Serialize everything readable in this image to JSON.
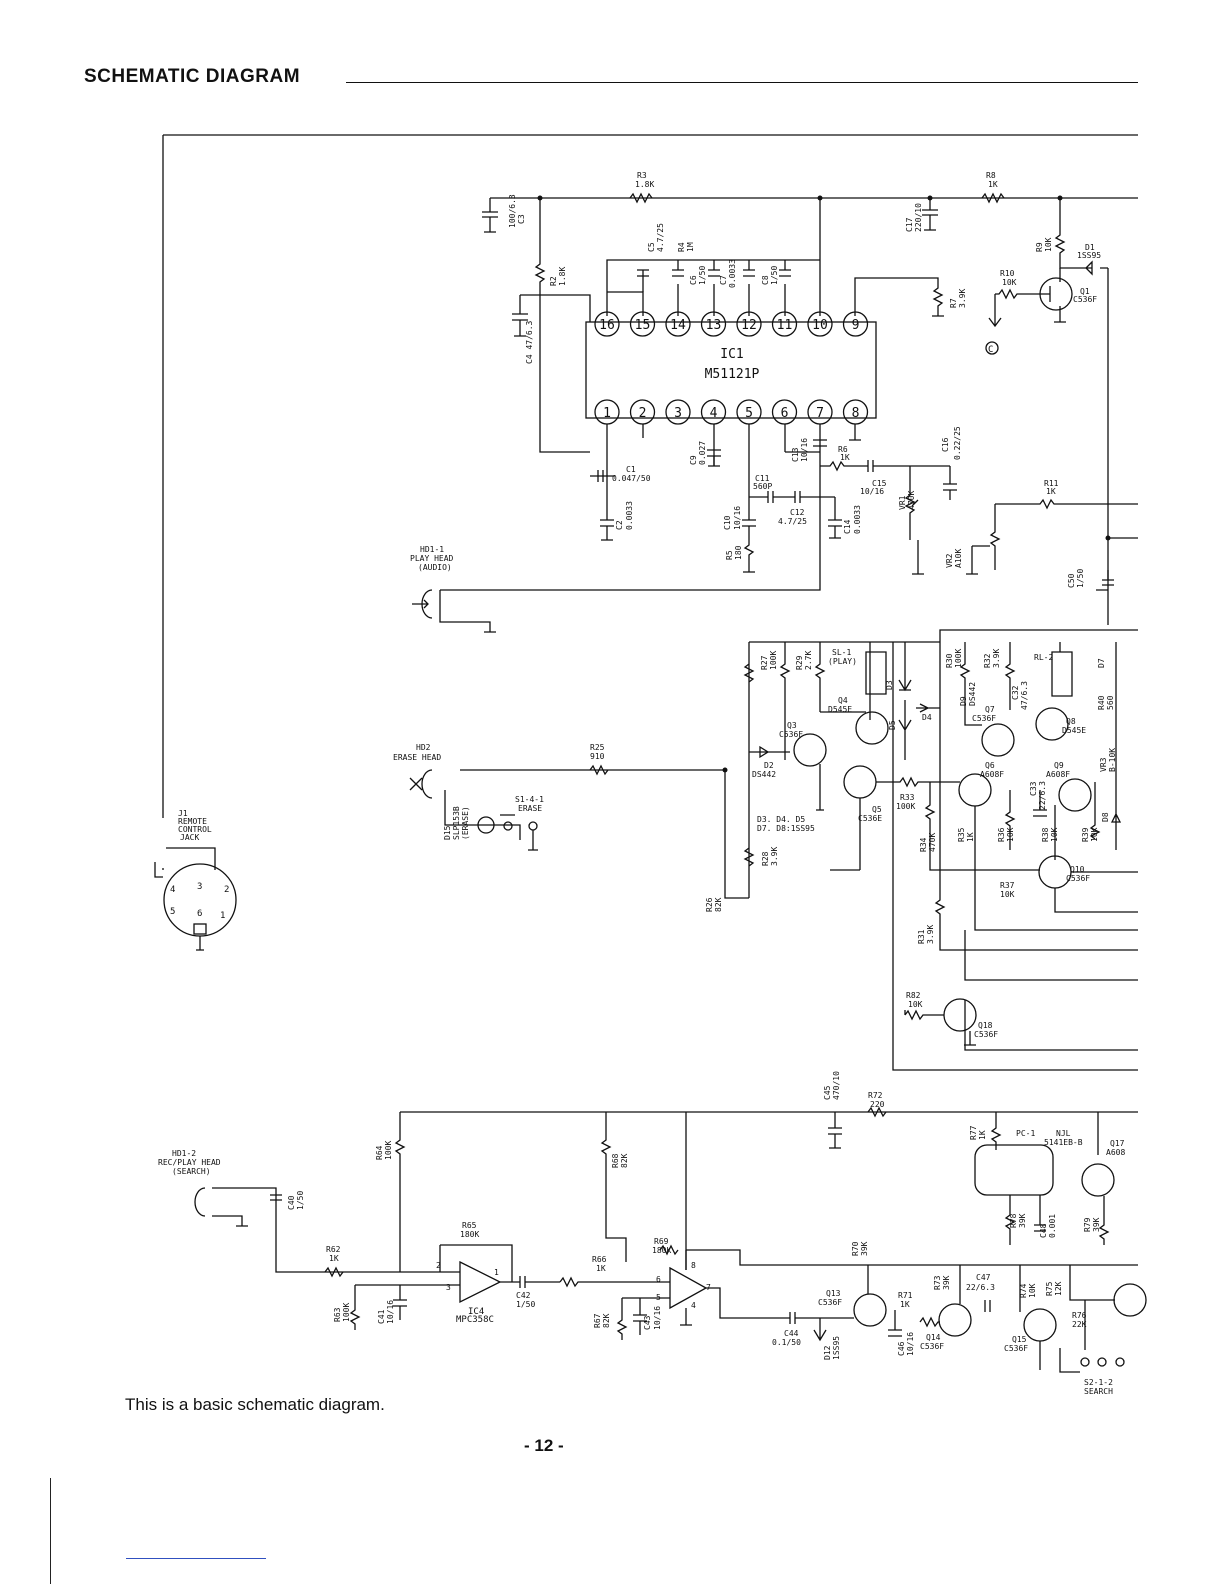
{
  "page": {
    "heading": "SCHEMATIC DIAGRAM",
    "footnote": "This is a basic schematic diagram.",
    "page_number": "- 12 -"
  },
  "ic1": {
    "name": "IC1",
    "part": "M51121P",
    "top_pins": [
      "16",
      "15",
      "14",
      "13",
      "12",
      "11",
      "10",
      "9"
    ],
    "bottom_pins": [
      "1",
      "2",
      "3",
      "4",
      "5",
      "6",
      "7",
      "8"
    ]
  },
  "ic4": {
    "name": "IC4",
    "part": "MPC358C"
  },
  "connector": {
    "ref": "J1",
    "line1": "REMOTE",
    "line2": "CONTROL",
    "line3": "JACK",
    "pins": [
      "1",
      "2",
      "3",
      "4",
      "5",
      "6"
    ]
  },
  "heads": {
    "hd1_1": {
      "ref": "HD1-1",
      "name": "PLAY HEAD",
      "note": "(AUDIO)"
    },
    "hd2": {
      "ref": "HD2",
      "name": "ERASE HEAD"
    },
    "hd1_2": {
      "ref": "HD1-2",
      "name": "REC/PLAY HEAD",
      "note": "(SEARCH)"
    }
  },
  "switches": {
    "s1_4_1": {
      "ref": "S1-4-1",
      "name": "ERASE"
    },
    "s2_1_2": {
      "ref": "S2-1-2",
      "name": "SEARCH"
    },
    "sl1": {
      "ref": "SL-1",
      "name": "(PLAY)"
    },
    "rl2": {
      "ref": "RL-2"
    }
  },
  "diode_note": "D3. D4. D5\nD7. D8:1SS95",
  "label_c": "C",
  "pc1": {
    "ref": "PC-1",
    "part": "NJL",
    "part2": "5141EB-B"
  },
  "labels": [
    {
      "id": "R3",
      "t": "R3"
    },
    {
      "id": "R3v",
      "t": "1.8K"
    },
    {
      "id": "R8",
      "t": "R8"
    },
    {
      "id": "R8v",
      "t": "1K"
    },
    {
      "id": "C3",
      "t": "C3"
    },
    {
      "id": "C3v",
      "t": "100/6.3"
    },
    {
      "id": "C17",
      "t": "C17"
    },
    {
      "id": "C17v",
      "t": "220/10"
    },
    {
      "id": "R9",
      "t": "R9"
    },
    {
      "id": "R9v",
      "t": "10K"
    },
    {
      "id": "D1",
      "t": "D1"
    },
    {
      "id": "D1v",
      "t": "1SS95"
    },
    {
      "id": "C5",
      "t": "C5"
    },
    {
      "id": "C5v",
      "t": "4.7/25"
    },
    {
      "id": "R4",
      "t": "R4"
    },
    {
      "id": "R4v",
      "t": "1M"
    },
    {
      "id": "C6",
      "t": "C6"
    },
    {
      "id": "C6v",
      "t": "1/50"
    },
    {
      "id": "C7",
      "t": "C7"
    },
    {
      "id": "C7v",
      "t": "0.0033"
    },
    {
      "id": "C8",
      "t": "C8"
    },
    {
      "id": "C8v",
      "t": "1/50"
    },
    {
      "id": "R2",
      "t": "R2"
    },
    {
      "id": "R2v",
      "t": "1.8K"
    },
    {
      "id": "R7",
      "t": "R7"
    },
    {
      "id": "R7v",
      "t": "3.9K"
    },
    {
      "id": "R10",
      "t": "R10"
    },
    {
      "id": "R10v",
      "t": "10K"
    },
    {
      "id": "Q1",
      "t": "Q1"
    },
    {
      "id": "Q1v",
      "t": "C536F"
    },
    {
      "id": "C4",
      "t": "C4 47/6.3"
    },
    {
      "id": "C9",
      "t": "C9"
    },
    {
      "id": "C9v",
      "t": "0.027"
    },
    {
      "id": "C13",
      "t": "C13"
    },
    {
      "id": "C13v",
      "t": "10/16"
    },
    {
      "id": "R6",
      "t": "R6"
    },
    {
      "id": "R6v",
      "t": "1K"
    },
    {
      "id": "C16",
      "t": "C16"
    },
    {
      "id": "C16v",
      "t": "0.22/25"
    },
    {
      "id": "C1",
      "t": "C1"
    },
    {
      "id": "C1v",
      "t": "0.047/50"
    },
    {
      "id": "C11",
      "t": "C11"
    },
    {
      "id": "C11v",
      "t": "560P"
    },
    {
      "id": "C15",
      "t": "C15"
    },
    {
      "id": "C15v",
      "t": "10/16"
    },
    {
      "id": "C10",
      "t": "C10"
    },
    {
      "id": "C10v",
      "t": "10/16"
    },
    {
      "id": "C12",
      "t": "C12"
    },
    {
      "id": "C12v",
      "t": "4.7/25"
    },
    {
      "id": "C14",
      "t": "C14"
    },
    {
      "id": "C14v",
      "t": "0.0033"
    },
    {
      "id": "VR1",
      "t": "VR1"
    },
    {
      "id": "VR1v",
      "t": "470K"
    },
    {
      "id": "R11",
      "t": "R11"
    },
    {
      "id": "R11v",
      "t": "1K"
    },
    {
      "id": "C2",
      "t": "C2"
    },
    {
      "id": "C2v",
      "t": "0.0033"
    },
    {
      "id": "R5",
      "t": "R5"
    },
    {
      "id": "R5v",
      "t": "180"
    },
    {
      "id": "VR2",
      "t": "VR2"
    },
    {
      "id": "VR2v",
      "t": "A10K"
    },
    {
      "id": "C50",
      "t": "C50"
    },
    {
      "id": "C50v",
      "t": "1/50"
    },
    {
      "id": "R27",
      "t": "R27"
    },
    {
      "id": "R27v",
      "t": "100K"
    },
    {
      "id": "R29",
      "t": "R29"
    },
    {
      "id": "R29v",
      "t": "2.7K"
    },
    {
      "id": "D3",
      "t": "D3"
    },
    {
      "id": "R30",
      "t": "R30"
    },
    {
      "id": "R30v",
      "t": "100K"
    },
    {
      "id": "R32",
      "t": "R32"
    },
    {
      "id": "R32v",
      "t": "3.9K"
    },
    {
      "id": "D7",
      "t": "D7"
    },
    {
      "id": "Q4",
      "t": "Q4"
    },
    {
      "id": "Q4v",
      "t": "D545E"
    },
    {
      "id": "D4",
      "t": "D4"
    },
    {
      "id": "D5",
      "t": "D5"
    },
    {
      "id": "D9",
      "t": "D9"
    },
    {
      "id": "D9v",
      "t": "DS442"
    },
    {
      "id": "Q7",
      "t": "Q7"
    },
    {
      "id": "Q7v",
      "t": "C536F"
    },
    {
      "id": "C32",
      "t": "C32"
    },
    {
      "id": "C32v",
      "t": "47/6.3"
    },
    {
      "id": "Q8",
      "t": "Q8"
    },
    {
      "id": "Q8v",
      "t": "D545E"
    },
    {
      "id": "R40",
      "t": "R40"
    },
    {
      "id": "R40v",
      "t": "560"
    },
    {
      "id": "Q3",
      "t": "Q3"
    },
    {
      "id": "Q3v",
      "t": "C536F"
    },
    {
      "id": "D2",
      "t": "D2"
    },
    {
      "id": "D2v",
      "t": "DS442"
    },
    {
      "id": "R25",
      "t": "R25"
    },
    {
      "id": "R25v",
      "t": "910"
    },
    {
      "id": "Q6",
      "t": "Q6"
    },
    {
      "id": "Q6v",
      "t": "A608F"
    },
    {
      "id": "Q9",
      "t": "Q9"
    },
    {
      "id": "Q9v",
      "t": "A608F"
    },
    {
      "id": "VR3",
      "t": "VR3"
    },
    {
      "id": "VR3v",
      "t": "B-10K"
    },
    {
      "id": "R33",
      "t": "R33"
    },
    {
      "id": "R33v",
      "t": "100K"
    },
    {
      "id": "Q5",
      "t": "Q5"
    },
    {
      "id": "Q5v",
      "t": "C536E"
    },
    {
      "id": "C33",
      "t": "C33"
    },
    {
      "id": "C33v",
      "t": "22/6.3"
    },
    {
      "id": "D8",
      "t": "D8"
    },
    {
      "id": "D15",
      "t": "D15"
    },
    {
      "id": "D15v",
      "t": "SLP153B"
    },
    {
      "id": "D15n",
      "t": "(ERASE)"
    },
    {
      "id": "R34",
      "t": "R34"
    },
    {
      "id": "R34v",
      "t": "470K"
    },
    {
      "id": "R35",
      "t": "R35"
    },
    {
      "id": "R35v",
      "t": "1K"
    },
    {
      "id": "R36",
      "t": "R36"
    },
    {
      "id": "R36v",
      "t": "10K"
    },
    {
      "id": "R38",
      "t": "R38"
    },
    {
      "id": "R38v",
      "t": "10K"
    },
    {
      "id": "R39",
      "t": "R39"
    },
    {
      "id": "R39v",
      "t": "10K"
    },
    {
      "id": "R28",
      "t": "R28"
    },
    {
      "id": "R28v",
      "t": "3.9K"
    },
    {
      "id": "Q10",
      "t": "Q10"
    },
    {
      "id": "Q10v",
      "t": "C536F"
    },
    {
      "id": "R37",
      "t": "R37"
    },
    {
      "id": "R37v",
      "t": "10K"
    },
    {
      "id": "R26",
      "t": "R26"
    },
    {
      "id": "R26v",
      "t": "82K"
    },
    {
      "id": "R31",
      "t": "R31"
    },
    {
      "id": "R31v",
      "t": "3.9K"
    },
    {
      "id": "R82",
      "t": "R82"
    },
    {
      "id": "R82v",
      "t": "10K"
    },
    {
      "id": "Q18",
      "t": "Q18"
    },
    {
      "id": "Q18v",
      "t": "C536F"
    },
    {
      "id": "C45",
      "t": "C45"
    },
    {
      "id": "C45v",
      "t": "470/10"
    },
    {
      "id": "R72",
      "t": "R72"
    },
    {
      "id": "R72v",
      "t": "220"
    },
    {
      "id": "R77",
      "t": "R77"
    },
    {
      "id": "R77v",
      "t": "1K"
    },
    {
      "id": "Q17",
      "t": "Q17"
    },
    {
      "id": "Q17v",
      "t": "A608"
    },
    {
      "id": "R64",
      "t": "R64"
    },
    {
      "id": "R64v",
      "t": "100K"
    },
    {
      "id": "R68",
      "t": "R68"
    },
    {
      "id": "R68v",
      "t": "82K"
    },
    {
      "id": "C40",
      "t": "C40"
    },
    {
      "id": "C40v",
      "t": "1/50"
    },
    {
      "id": "R65",
      "t": "R65"
    },
    {
      "id": "R65v",
      "t": "180K"
    },
    {
      "id": "R69",
      "t": "R69"
    },
    {
      "id": "R69v",
      "t": "180K"
    },
    {
      "id": "R78",
      "t": "R78"
    },
    {
      "id": "R78v",
      "t": "39K"
    },
    {
      "id": "C48",
      "t": "C48"
    },
    {
      "id": "C48v",
      "t": "0.001"
    },
    {
      "id": "R79",
      "t": "R79"
    },
    {
      "id": "R79v",
      "t": "39K"
    },
    {
      "id": "R62",
      "t": "R62"
    },
    {
      "id": "R62v",
      "t": "1K"
    },
    {
      "id": "R66",
      "t": "R66"
    },
    {
      "id": "R66v",
      "t": "1K"
    },
    {
      "id": "R70",
      "t": "R70"
    },
    {
      "id": "R70v",
      "t": "39K"
    },
    {
      "id": "R73",
      "t": "R73"
    },
    {
      "id": "R73v",
      "t": "39K"
    },
    {
      "id": "C47",
      "t": "C47"
    },
    {
      "id": "C47v",
      "t": "22/6.3"
    },
    {
      "id": "R74",
      "t": "R74"
    },
    {
      "id": "R74v",
      "t": "10K"
    },
    {
      "id": "R75",
      "t": "R75"
    },
    {
      "id": "R75v",
      "t": "12K"
    },
    {
      "id": "Q13",
      "t": "Q13"
    },
    {
      "id": "Q13v",
      "t": "C536F"
    },
    {
      "id": "R71",
      "t": "R71"
    },
    {
      "id": "R71v",
      "t": "1K"
    },
    {
      "id": "C42",
      "t": "C42"
    },
    {
      "id": "C42v",
      "t": "1/50"
    },
    {
      "id": "R63",
      "t": "R63"
    },
    {
      "id": "R63v",
      "t": "100K"
    },
    {
      "id": "C41",
      "t": "C41"
    },
    {
      "id": "C41v",
      "t": "10/16"
    },
    {
      "id": "R67",
      "t": "R67"
    },
    {
      "id": "R67v",
      "t": "82K"
    },
    {
      "id": "C43",
      "t": "C43"
    },
    {
      "id": "C43v",
      "t": "10/16"
    },
    {
      "id": "C44",
      "t": "C44"
    },
    {
      "id": "C44v",
      "t": "0.1/50"
    },
    {
      "id": "D12",
      "t": "D12"
    },
    {
      "id": "D12v",
      "t": "1SS95"
    },
    {
      "id": "C46",
      "t": "C46"
    },
    {
      "id": "C46v",
      "t": "10/16"
    },
    {
      "id": "Q14",
      "t": "Q14"
    },
    {
      "id": "Q14v",
      "t": "C536F"
    },
    {
      "id": "Q15",
      "t": "Q15"
    },
    {
      "id": "Q15v",
      "t": "C536F"
    },
    {
      "id": "R76",
      "t": "R76"
    },
    {
      "id": "R76v",
      "t": "22K"
    },
    {
      "id": "pin2",
      "t": "2"
    },
    {
      "id": "pin3",
      "t": "3"
    },
    {
      "id": "pin1",
      "t": "1"
    },
    {
      "id": "pin6",
      "t": "6"
    },
    {
      "id": "pin5",
      "t": "5"
    },
    {
      "id": "pin7",
      "t": "7"
    },
    {
      "id": "pin8",
      "t": "8"
    },
    {
      "id": "pin4",
      "t": "4"
    }
  ]
}
